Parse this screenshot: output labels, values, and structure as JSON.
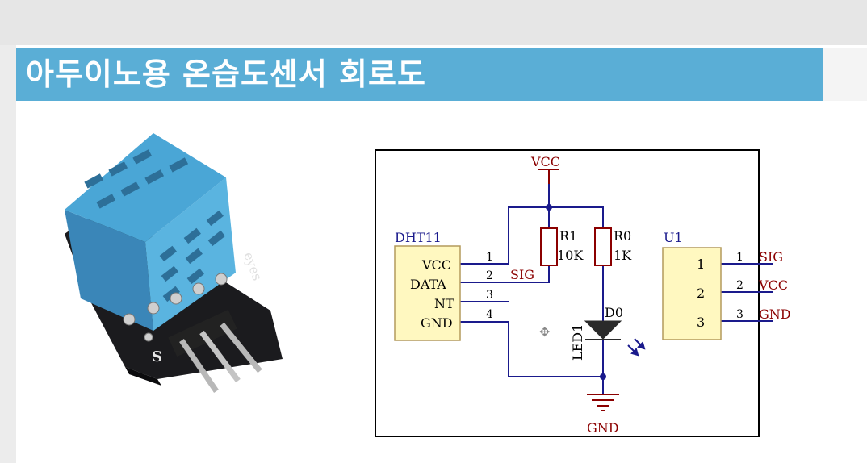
{
  "slide": {
    "title": "아두이노용 온습도센서 회로도"
  },
  "sensor_photo": {
    "pin_marker": "S",
    "brand": "eyes"
  },
  "schematic": {
    "vcc_label": "VCC",
    "gnd_label": "GND",
    "dht11": {
      "name": "DHT11",
      "pins": [
        {
          "name": "VCC",
          "num": "1"
        },
        {
          "name": "DATA",
          "num": "2"
        },
        {
          "name": "NT",
          "num": "3"
        },
        {
          "name": "GND",
          "num": "4"
        }
      ]
    },
    "sig_net": "SIG",
    "r1": {
      "name": "R1",
      "value": "10K"
    },
    "r0": {
      "name": "R0",
      "value": "1K"
    },
    "led": {
      "name": "D0",
      "ref": "LED1"
    },
    "u1": {
      "name": "U1",
      "pins": [
        {
          "num": "1",
          "net": "SIG"
        },
        {
          "num": "2",
          "net": "VCC"
        },
        {
          "num": "3",
          "net": "GND"
        }
      ]
    },
    "colors": {
      "wire": "#1a1a8c",
      "label_red": "#8b0000",
      "component_fill": "#fff8c0",
      "resistor_fill": "#ffffff"
    }
  }
}
